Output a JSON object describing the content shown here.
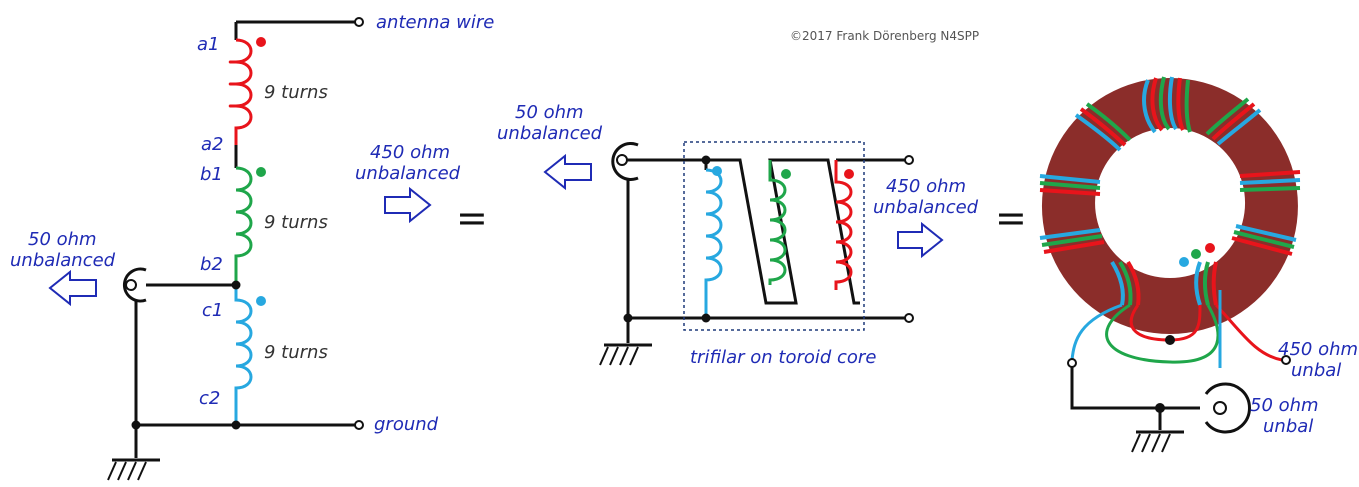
{
  "copyright": "©2017 Frank Dörenberg N4SPP",
  "left": {
    "antenna": "antenna wire",
    "ground": "ground",
    "port_50_line1": "50 ohm",
    "port_50_line2": "unbalanced",
    "port_450_line1": "450 ohm",
    "port_450_line2": "unbalanced",
    "windings": [
      {
        "top": "a1",
        "bottom": "a2",
        "turns": "9 turns",
        "color": "#e8141b"
      },
      {
        "top": "b1",
        "bottom": "b2",
        "turns": "9 turns",
        "color": "#1fa64a"
      },
      {
        "top": "c1",
        "bottom": "c2",
        "turns": "9 turns",
        "color": "#27a8e0"
      }
    ]
  },
  "middle": {
    "port_50_line1": "50 ohm",
    "port_50_line2": "unbalanced",
    "port_450_line1": "450 ohm",
    "port_450_line2": "unbalanced",
    "core_caption": "trifilar on toroid core"
  },
  "right": {
    "out_450_line1": "450 ohm",
    "out_450_line2": "unbal",
    "in_50_line1": "50 ohm",
    "in_50_line2": "unbal",
    "core_color": "#8b2d2a"
  },
  "equals": "="
}
